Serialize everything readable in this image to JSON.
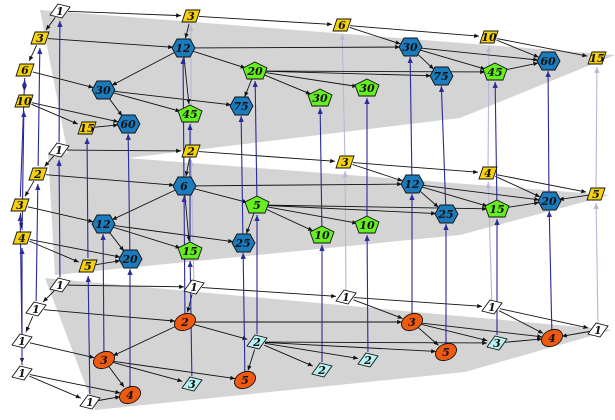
{
  "colors": {
    "plane": "#d4d4d4",
    "edge": "#111111",
    "vertical": "#2a2a9a",
    "vertical_faint": "#b8b8d8",
    "yellow": "#f6d20a",
    "blue": "#1b7bbd",
    "green": "#66ee22",
    "orange": "#f05a10",
    "cyan": "#b9f2f2",
    "white": "#ffffff"
  },
  "layers": [
    {
      "id": "top",
      "nodes": [
        {
          "id": "T1",
          "shape": "diamond",
          "fill": "white",
          "label": "1"
        },
        {
          "id": "T3a",
          "shape": "rect",
          "fill": "yellow",
          "label": "3"
        },
        {
          "id": "T3b",
          "shape": "rect",
          "fill": "yellow",
          "label": "3"
        },
        {
          "id": "T6a",
          "shape": "rect",
          "fill": "yellow",
          "label": "6"
        },
        {
          "id": "T6b",
          "shape": "rect",
          "fill": "yellow",
          "label": "6"
        },
        {
          "id": "T10a",
          "shape": "rect",
          "fill": "yellow",
          "label": "10"
        },
        {
          "id": "T10b",
          "shape": "rect",
          "fill": "yellow",
          "label": "10"
        },
        {
          "id": "T15a",
          "shape": "rect",
          "fill": "yellow",
          "label": "15"
        },
        {
          "id": "T15b",
          "shape": "rect",
          "fill": "yellow",
          "label": "15"
        },
        {
          "id": "T12",
          "shape": "hex",
          "fill": "blue",
          "label": "12"
        },
        {
          "id": "T30a",
          "shape": "hex",
          "fill": "blue",
          "label": "30"
        },
        {
          "id": "T30b",
          "shape": "hex",
          "fill": "blue",
          "label": "30"
        },
        {
          "id": "T60a",
          "shape": "hex",
          "fill": "blue",
          "label": "60"
        },
        {
          "id": "T60b",
          "shape": "hex",
          "fill": "blue",
          "label": "60"
        },
        {
          "id": "T75a",
          "shape": "hex",
          "fill": "blue",
          "label": "75"
        },
        {
          "id": "T75b",
          "shape": "hex",
          "fill": "blue",
          "label": "75"
        },
        {
          "id": "T20",
          "shape": "pent",
          "fill": "green",
          "label": "20"
        },
        {
          "id": "T45a",
          "shape": "pent",
          "fill": "green",
          "label": "45"
        },
        {
          "id": "T45b",
          "shape": "pent",
          "fill": "green",
          "label": "45"
        },
        {
          "id": "T30c",
          "shape": "pent",
          "fill": "green",
          "label": "30"
        },
        {
          "id": "T30d",
          "shape": "pent",
          "fill": "green",
          "label": "30"
        }
      ]
    },
    {
      "id": "middle",
      "nodes": [
        {
          "id": "M1",
          "shape": "diamond",
          "fill": "white",
          "label": "1"
        },
        {
          "id": "M2",
          "shape": "rect",
          "fill": "yellow",
          "label": "2"
        },
        {
          "id": "M3a",
          "shape": "rect",
          "fill": "yellow",
          "label": "3"
        },
        {
          "id": "M3b",
          "shape": "rect",
          "fill": "yellow",
          "label": "3"
        },
        {
          "id": "M4a",
          "shape": "rect",
          "fill": "yellow",
          "label": "4"
        },
        {
          "id": "M4b",
          "shape": "rect",
          "fill": "yellow",
          "label": "4"
        },
        {
          "id": "M5a",
          "shape": "rect",
          "fill": "yellow",
          "label": "5"
        },
        {
          "id": "M5b",
          "shape": "rect",
          "fill": "yellow",
          "label": "5"
        },
        {
          "id": "M2b",
          "shape": "rect",
          "fill": "yellow",
          "label": "2"
        },
        {
          "id": "M6",
          "shape": "hex",
          "fill": "blue",
          "label": "6"
        },
        {
          "id": "M12a",
          "shape": "hex",
          "fill": "blue",
          "label": "12"
        },
        {
          "id": "M12b",
          "shape": "hex",
          "fill": "blue",
          "label": "12"
        },
        {
          "id": "M20a",
          "shape": "hex",
          "fill": "blue",
          "label": "20"
        },
        {
          "id": "M20b",
          "shape": "hex",
          "fill": "blue",
          "label": "20"
        },
        {
          "id": "M25a",
          "shape": "hex",
          "fill": "blue",
          "label": "25"
        },
        {
          "id": "M25b",
          "shape": "hex",
          "fill": "blue",
          "label": "25"
        },
        {
          "id": "M5g",
          "shape": "pent",
          "fill": "green",
          "label": "5"
        },
        {
          "id": "M15a",
          "shape": "pent",
          "fill": "green",
          "label": "15"
        },
        {
          "id": "M15b",
          "shape": "pent",
          "fill": "green",
          "label": "15"
        },
        {
          "id": "M10a",
          "shape": "pent",
          "fill": "green",
          "label": "10"
        },
        {
          "id": "M10b",
          "shape": "pent",
          "fill": "green",
          "label": "10"
        }
      ]
    },
    {
      "id": "bottom",
      "nodes": [
        {
          "id": "B1a",
          "shape": "diamond",
          "fill": "white",
          "label": "1"
        },
        {
          "id": "B1b",
          "shape": "diamond",
          "fill": "white",
          "label": "1"
        },
        {
          "id": "B1c",
          "shape": "diamond",
          "fill": "white",
          "label": "1"
        },
        {
          "id": "B1d",
          "shape": "diamond",
          "fill": "white",
          "label": "1"
        },
        {
          "id": "B1e",
          "shape": "diamond",
          "fill": "white",
          "label": "1"
        },
        {
          "id": "B1f",
          "shape": "diamond",
          "fill": "white",
          "label": "1"
        },
        {
          "id": "B1g",
          "shape": "diamond",
          "fill": "white",
          "label": "1"
        },
        {
          "id": "B1h",
          "shape": "diamond",
          "fill": "white",
          "label": "1"
        },
        {
          "id": "B1i",
          "shape": "diamond",
          "fill": "white",
          "label": "1"
        },
        {
          "id": "B2",
          "shape": "ellipse",
          "fill": "orange",
          "label": "2"
        },
        {
          "id": "B3",
          "shape": "ellipse",
          "fill": "orange",
          "label": "3"
        },
        {
          "id": "B3b",
          "shape": "ellipse",
          "fill": "orange",
          "label": "3"
        },
        {
          "id": "B4a",
          "shape": "ellipse",
          "fill": "orange",
          "label": "4"
        },
        {
          "id": "B4b",
          "shape": "ellipse",
          "fill": "orange",
          "label": "4"
        },
        {
          "id": "B5a",
          "shape": "ellipse",
          "fill": "orange",
          "label": "5"
        },
        {
          "id": "B5b",
          "shape": "ellipse",
          "fill": "orange",
          "label": "5"
        },
        {
          "id": "B2c",
          "shape": "diamond",
          "fill": "cyan",
          "label": "2"
        },
        {
          "id": "B2d",
          "shape": "diamond",
          "fill": "cyan",
          "label": "2"
        },
        {
          "id": "B2e",
          "shape": "diamond",
          "fill": "cyan",
          "label": "2"
        },
        {
          "id": "B3c",
          "shape": "diamond",
          "fill": "cyan",
          "label": "3"
        },
        {
          "id": "B3d",
          "shape": "diamond",
          "fill": "cyan",
          "label": "3"
        }
      ]
    }
  ]
}
